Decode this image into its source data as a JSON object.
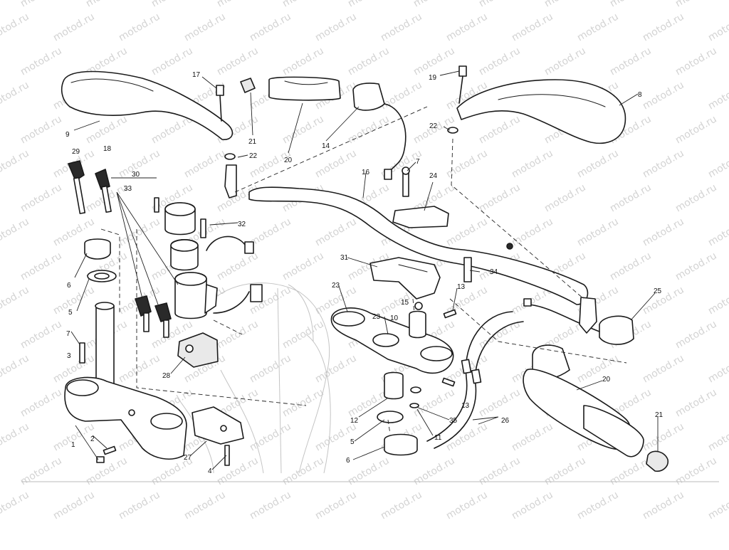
{
  "watermark": {
    "text": "motod.ru",
    "color": "#d3d3d3"
  },
  "callouts": {
    "c17": "17",
    "c21a": "21",
    "c20a": "20",
    "c14": "14",
    "c19": "19",
    "c8": "8",
    "c9": "9",
    "c22a": "22",
    "c22b": "22",
    "c16": "16",
    "c7a": "7",
    "c24": "24",
    "c29": "29",
    "c18": "18",
    "c30": "30",
    "c33": "33",
    "c32": "32",
    "c6a": "6",
    "c5a": "5",
    "c7b": "7",
    "c3": "3",
    "c2": "2",
    "c1": "1",
    "c28": "28",
    "c27": "27",
    "c4": "4",
    "c31": "31",
    "c34": "34",
    "c23a": "23",
    "c23b": "23",
    "c15": "15",
    "c10": "10",
    "c13a": "13",
    "c13b": "13",
    "c12": "12",
    "c5b": "5",
    "c6b": "6",
    "c35": "35",
    "c11": "11",
    "c26": "26",
    "c25": "25",
    "c20b": "20",
    "c21b": "21"
  }
}
